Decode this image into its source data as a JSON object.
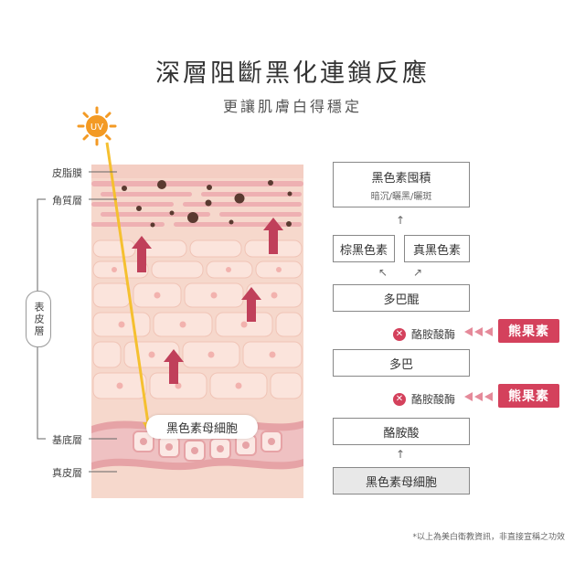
{
  "header": {
    "title": "深層阻斷黑化連鎖反應",
    "subtitle": "更讓肌膚白得穩定"
  },
  "uv": {
    "label": "UV"
  },
  "skin_labels": {
    "sebum": "皮脂膜",
    "stratum_corneum": "角質層",
    "epidermis": "表皮層",
    "basal": "基底層",
    "dermis": "真皮層",
    "melanocyte": "黑色素母細胞"
  },
  "flow": {
    "melanin_accumulation": {
      "label": "黑色素囤積",
      "sub": "暗沉/曬黑/曬斑"
    },
    "eumelanin": "棕黑色素",
    "pheomelanin": "真黑色素",
    "dopaquinone": "多巴醌",
    "tyrosinase_1": "酪胺酸酶",
    "dopa": "多巴",
    "tyrosinase_2": "酪胺酸酶",
    "tyrosine": "酪胺酸",
    "melanocyte": "黑色素母細胞"
  },
  "inhibitors": {
    "tag_1": "熊果素",
    "tag_2": "熊果素"
  },
  "footnote": "*以上為美白衛教資訊，非直接宣稱之功效",
  "colors": {
    "accent": "#d4415c",
    "arrow": "#c0405a",
    "skin": "#f6d8cc"
  }
}
